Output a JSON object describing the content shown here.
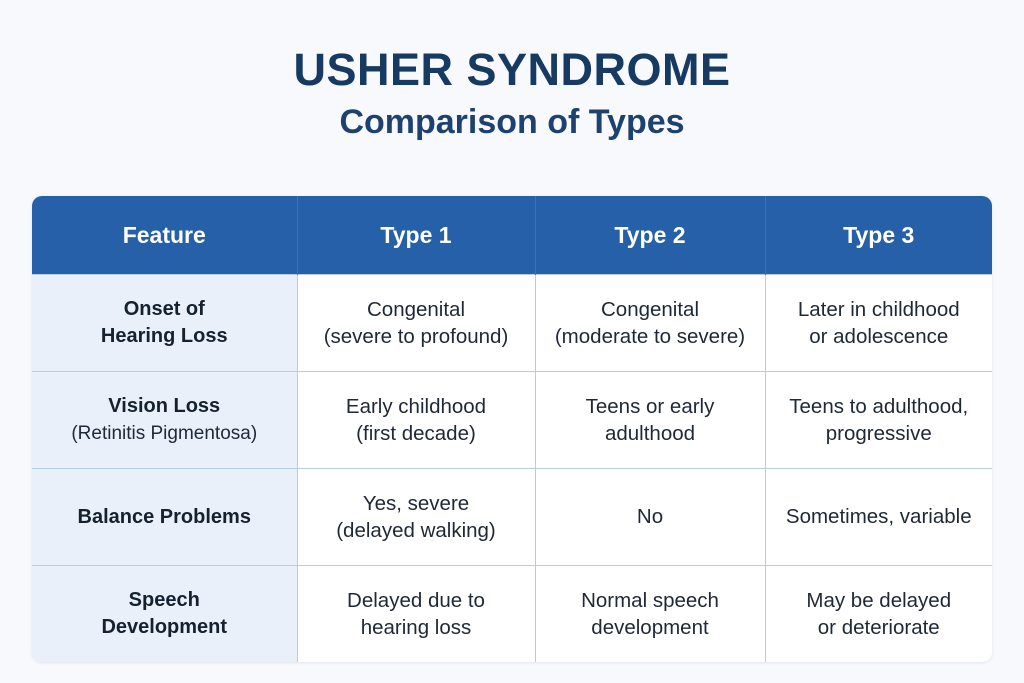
{
  "header": {
    "title": "USHER SYNDROME",
    "subtitle": "Comparison of Types"
  },
  "colors": {
    "page_background": "#f7f9fd",
    "header_row": "#2560a8",
    "feature_column": "#e9f0f9",
    "title_navy": "#173a63",
    "body_text": "#1f2836",
    "grid_line": "#b9cde0"
  },
  "table": {
    "columns": [
      {
        "label": "Feature"
      },
      {
        "label": "Type 1"
      },
      {
        "label": "Type 2"
      },
      {
        "label": "Type 3"
      }
    ],
    "rows": [
      {
        "feature": "Onset of\nHearing Loss",
        "feature_main": "Onset of",
        "feature_main2": "Hearing Loss",
        "feature_sub": "",
        "type1_line1": "Congenital",
        "type1_line2": "(severe to profound)",
        "type2_line1": "Congenital",
        "type2_line2": "(moderate to severe)",
        "type3_line1": "Later in childhood",
        "type3_line2": "or adolescence"
      },
      {
        "feature": "Vision Loss (Retinitis Pigmentosa)",
        "feature_main": "Vision Loss",
        "feature_main2": "",
        "feature_sub": "(Retinitis Pigmentosa)",
        "type1_line1": "Early childhood",
        "type1_line2": "(first decade)",
        "type2_line1": "Teens or early",
        "type2_line2": "adulthood",
        "type3_line1": "Teens to adulthood,",
        "type3_line2": "progressive"
      },
      {
        "feature": "Balance Problems",
        "feature_main": "Balance Problems",
        "feature_main2": "",
        "feature_sub": "",
        "type1_line1": "Yes, severe",
        "type1_line2": "(delayed walking)",
        "type2_line1": "No",
        "type2_line2": "",
        "type3_line1": "Sometimes, variable",
        "type3_line2": ""
      },
      {
        "feature": "Speech Development",
        "feature_main": "Speech",
        "feature_main2": "Development",
        "feature_sub": "",
        "type1_line1": "Delayed due to",
        "type1_line2": "hearing loss",
        "type2_line1": "Normal speech",
        "type2_line2": "development",
        "type3_line1": "May be delayed",
        "type3_line2": "or deteriorate"
      }
    ]
  }
}
